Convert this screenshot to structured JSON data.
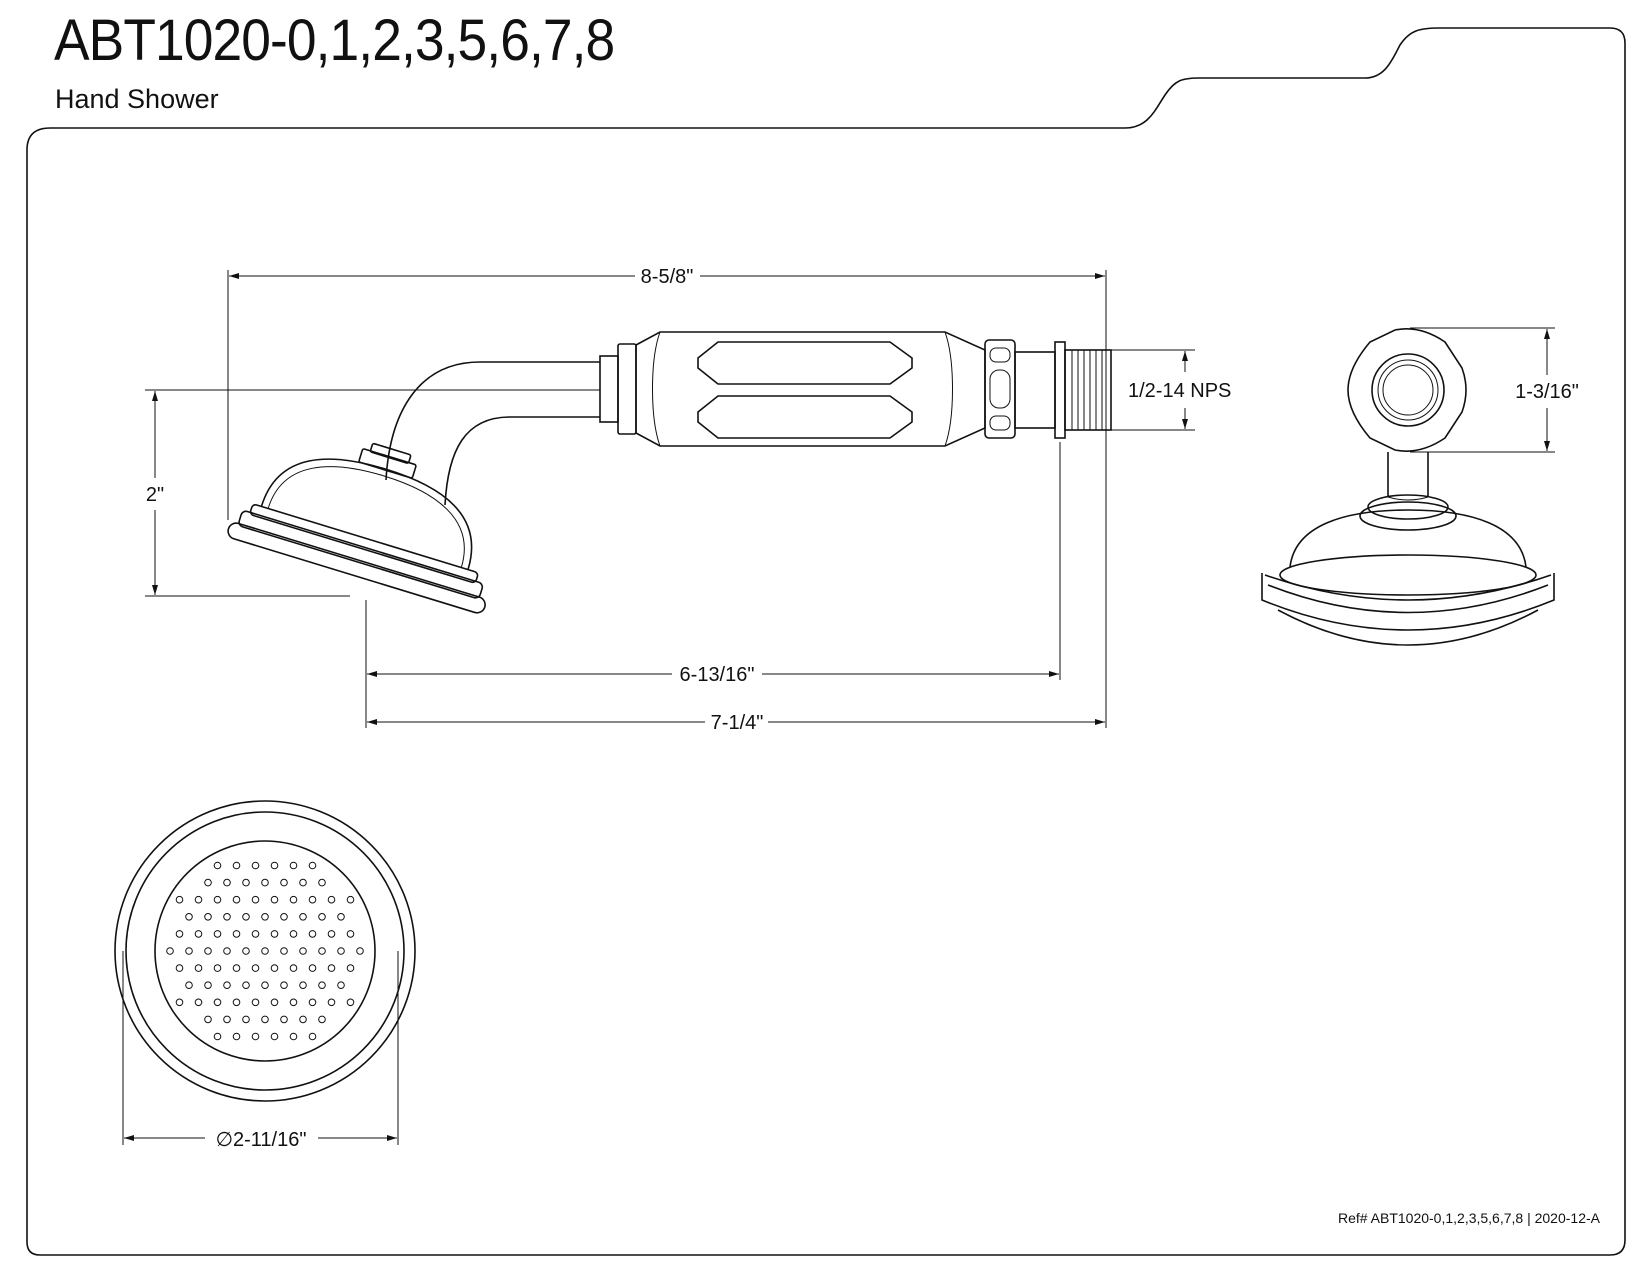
{
  "header": {
    "title": "ABT1020-0,1,2,3,5,6,7,8",
    "subtitle": "Hand Shower"
  },
  "dimensions": {
    "overall_length": "8-5/8\"",
    "head_height": "2\"",
    "thread": "1/2-14 NPS",
    "handle_to_thread_length": "6-13/16\"",
    "face_to_end_length": "7-1/4\"",
    "end_view_height": "1-3/16\"",
    "face_diameter": "∅2-11/16\""
  },
  "footer": {
    "ref": "Ref# ABT1020-0,1,2,3,5,6,7,8 | 2020-12-A"
  }
}
